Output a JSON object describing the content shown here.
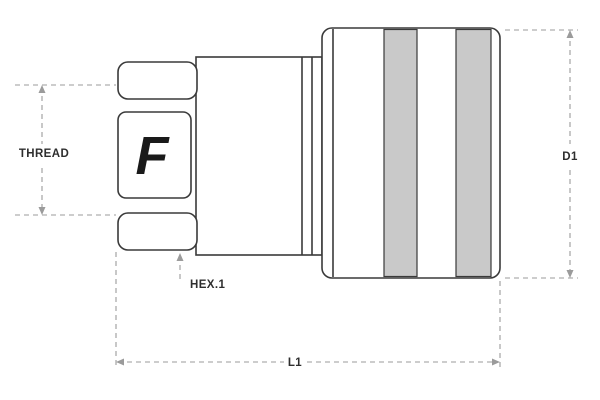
{
  "labels": {
    "thread": "THREAD",
    "hex": "HEX.1",
    "d1": "D1",
    "l1": "L1"
  },
  "logo": {
    "letter": "F"
  },
  "colors": {
    "background": "#ffffff",
    "outline": "#3a3a3a",
    "dimension": "#9b9b9b",
    "label_text": "#2e2e2e",
    "band_fill": "#c9c9c9",
    "logo_fill": "#1a1a1a"
  }
}
